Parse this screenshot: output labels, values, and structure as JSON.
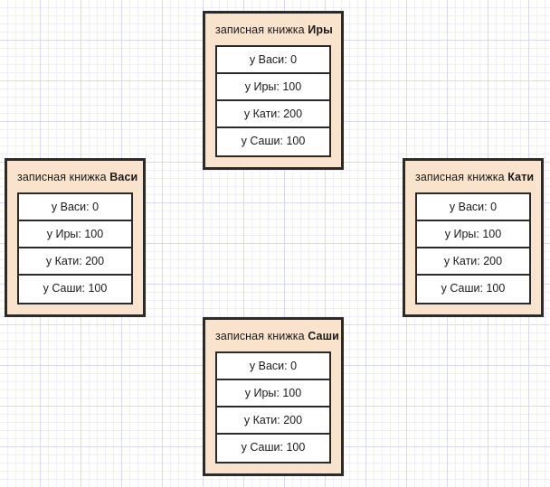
{
  "diagram": {
    "title_prefix": "записная книжка",
    "notebooks": [
      {
        "id": "ira",
        "position": "top",
        "owner": "Иры",
        "title_prefix": "записная книжка",
        "entries": [
          "у Васи: 0",
          "у Иры: 100",
          "у Кати: 200",
          "у Саши: 100"
        ]
      },
      {
        "id": "vasya",
        "position": "left",
        "owner": "Васи",
        "title_prefix": "записная книжка",
        "entries": [
          "у Васи: 0",
          "у Иры: 100",
          "у Кати: 200",
          "у Саши: 100"
        ]
      },
      {
        "id": "katya",
        "position": "right",
        "owner": "Кати",
        "title_prefix": "записная книжка",
        "entries": [
          "у Васи: 0",
          "у Иры: 100",
          "у Кати: 200",
          "у Саши: 100"
        ]
      },
      {
        "id": "sasha",
        "position": "bottom",
        "owner": "Саши",
        "title_prefix": "записная книжка",
        "entries": [
          "у Васи: 0",
          "у Иры: 100",
          "у Кати: 200",
          "у Саши: 100"
        ]
      }
    ]
  },
  "colors": {
    "card_fill": "#fae3cd",
    "card_border": "#2c2a28",
    "entry_fill": "#ffffff",
    "text": "#1a1a1a",
    "grid_minor": "#ededfb",
    "grid_major": "#d9d9f7",
    "page_background": "#fffffd"
  }
}
